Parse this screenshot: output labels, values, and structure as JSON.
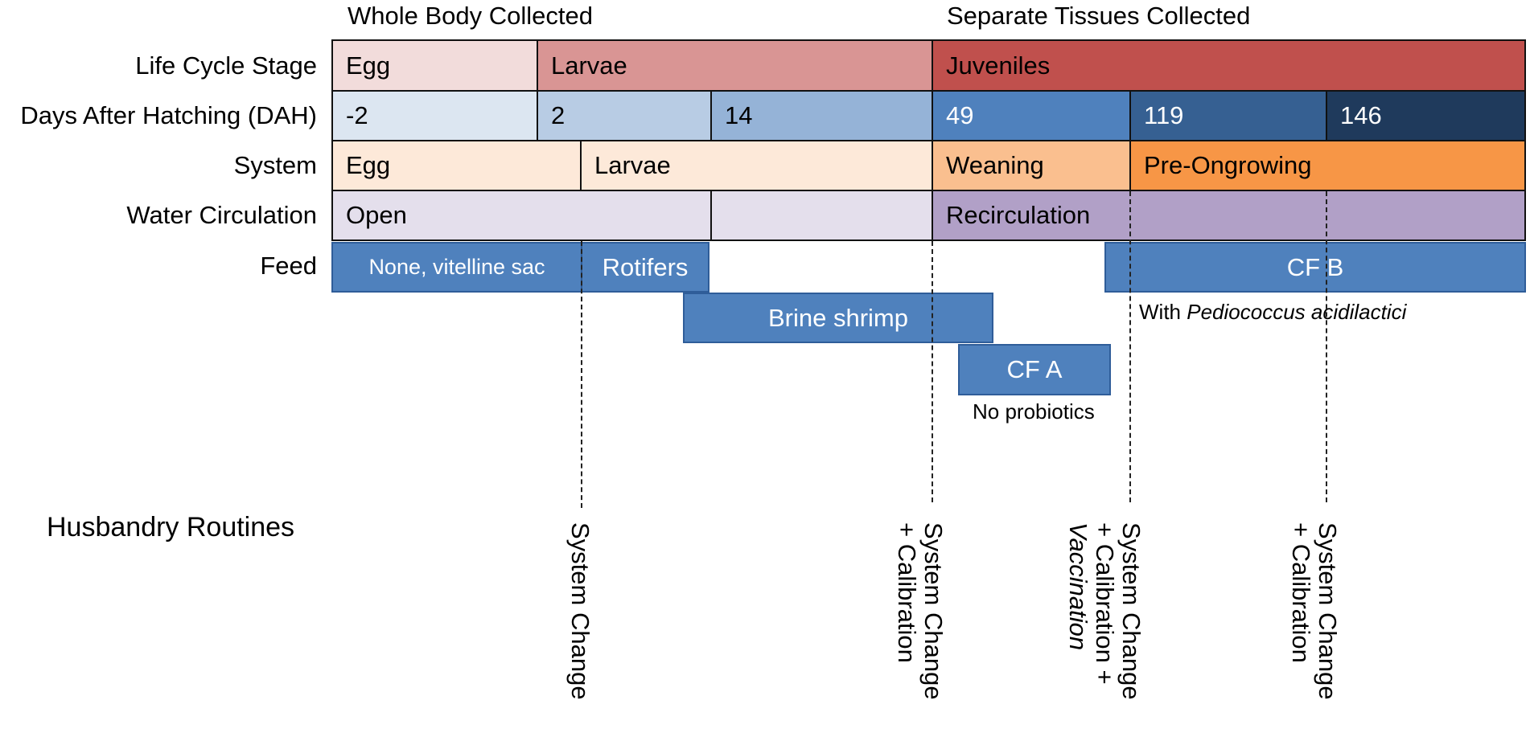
{
  "headers": {
    "left": "Whole Body Collected",
    "right": "Separate Tissues Collected"
  },
  "row_labels": {
    "life_cycle": "Life Cycle Stage",
    "dah": "Days After Hatching (DAH)",
    "system": "System",
    "water": "Water Circulation",
    "feed": "Feed",
    "husbandry": "Husbandry Routines"
  },
  "life_cycle": {
    "egg": "Egg",
    "larvae": "Larvae",
    "juveniles": "Juveniles"
  },
  "dah": {
    "d1": "-2",
    "d2": "2",
    "d3": "14",
    "d4": "49",
    "d5": "119",
    "d6": "146"
  },
  "system": {
    "egg": "Egg",
    "larvae": "Larvae",
    "weaning": "Weaning",
    "preongrowing": "Pre-Ongrowing"
  },
  "water": {
    "open": "Open",
    "recirculation": "Recirculation"
  },
  "feed": {
    "vitelline": "None, vitelline sac",
    "rotifers": "Rotifers",
    "brine_shrimp": "Brine shrimp",
    "cfa": "CF A",
    "cfa_note": "No probiotics",
    "cfb": "CF B",
    "cfb_note_prefix": "With ",
    "cfb_note_species": "Pediococcus acidilactici"
  },
  "routines": {
    "r1": "System Change",
    "r2_line1": "System Change",
    "r2_line2": "+ Calibration",
    "r3_line1": "System Change",
    "r3_line2": "+ Calibration +",
    "r3_line3": "Vaccination",
    "r4_line1": "System Change",
    "r4_line2": "+ Calibration"
  },
  "colors": {
    "egg_stage": "#f2dcdb",
    "larvae_stage": "#d99594",
    "juveniles_stage": "#c0504d",
    "dah_1": "#dce6f1",
    "dah_2": "#b8cce4",
    "dah_3": "#95b3d7",
    "dah_4": "#4f81bd",
    "dah_5": "#366092",
    "dah_6": "#1f3a5c",
    "system_light": "#fde9d9",
    "system_weaning": "#fabf8f",
    "system_preongrowing": "#f79646",
    "water_light": "#e4dfec",
    "water_dark": "#b1a0c7",
    "feed_bar": "#4f81bd"
  }
}
